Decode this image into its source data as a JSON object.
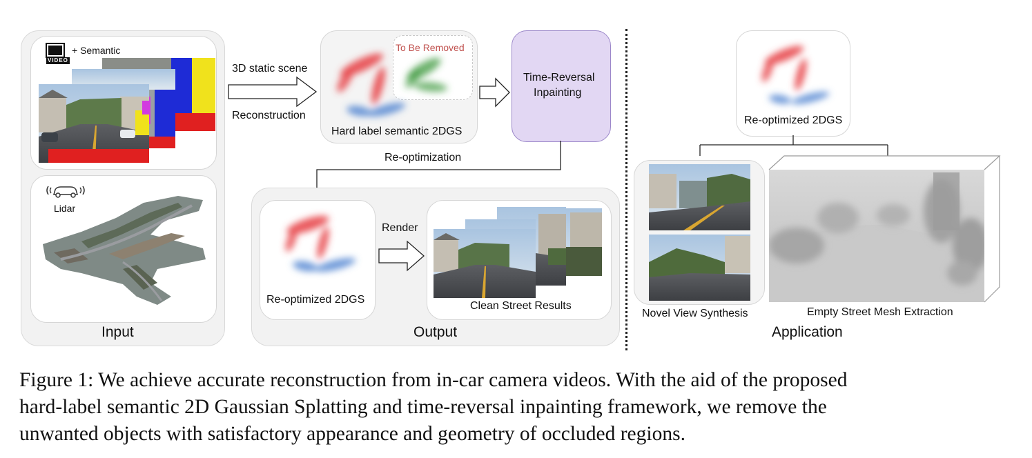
{
  "input": {
    "title": "Input",
    "video_badge": "VIDEO",
    "semantic_label": "+ Semantic",
    "lidar_label": "Lidar"
  },
  "arrow_main": {
    "top_label": "3D static scene",
    "bottom_label": "Reconstruction"
  },
  "hard_label_box": {
    "caption": "Hard label semantic 2DGS",
    "remove_label": "To Be Removed"
  },
  "inpainting_box": {
    "line1": "Time-Reversal",
    "line2": "Inpainting"
  },
  "reoptimization_label": "Re-optimization",
  "output": {
    "title": "Output",
    "reopt_caption": "Re-optimized 2DGS",
    "render_label": "Render",
    "results_caption": "Clean Street Results"
  },
  "application": {
    "title": "Application",
    "reopt_caption": "Re-optimized 2DGS",
    "novel_view_caption": "Novel View Synthesis",
    "mesh_caption": "Empty Street Mesh Extraction"
  },
  "figure_caption": {
    "line1": "Figure 1: We achieve accurate reconstruction from in-car camera videos. With the aid of the proposed",
    "line2": "hard-label semantic 2D Gaussian Splatting and time-reversal inpainting framework, we remove the",
    "line3": "unwanted objects with satisfactory appearance and geometry of occluded regions."
  },
  "colors": {
    "gaussian_red": "#e8494d",
    "gaussian_blue": "#4a7fd0",
    "gaussian_green": "#3f9a3f",
    "inpaint_fill": "#e2d7f3",
    "inpaint_border": "#9b87c9",
    "remove_text": "#c0504d"
  }
}
